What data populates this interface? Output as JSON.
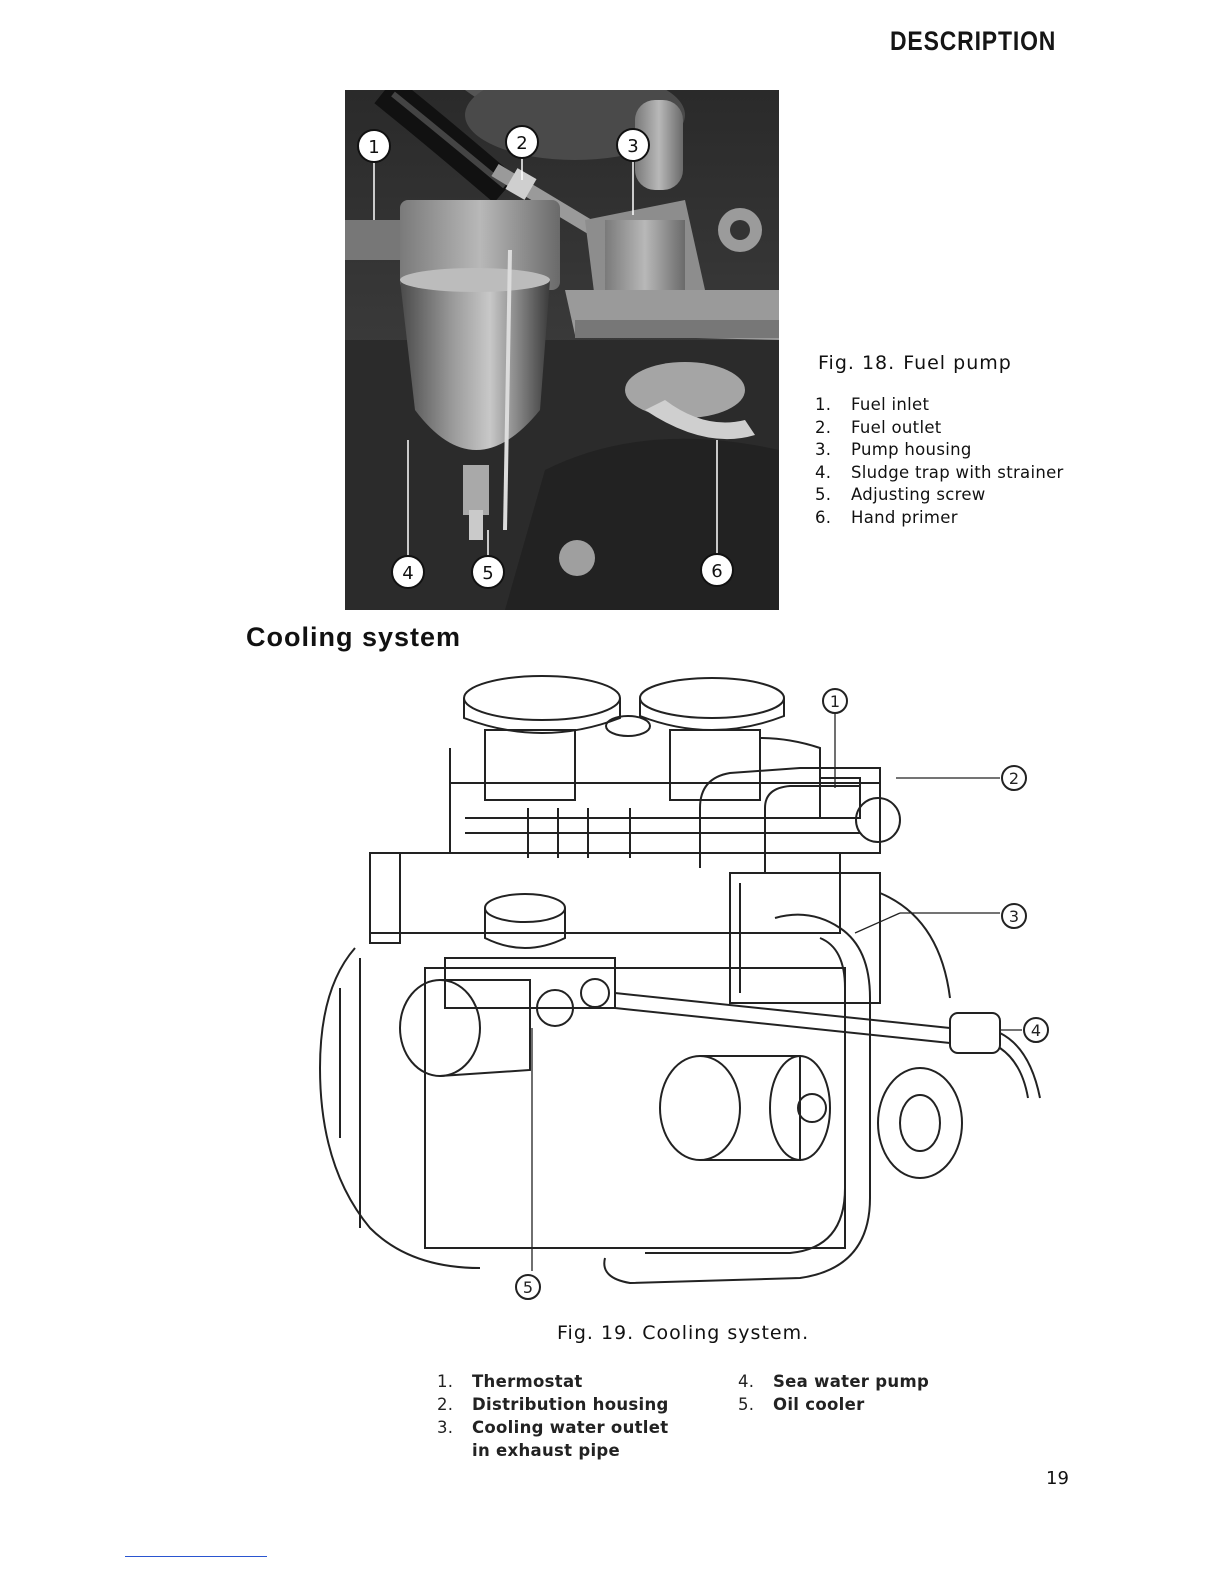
{
  "header": {
    "section_title": "DESCRIPTION"
  },
  "fig18": {
    "figure_label": "Fig. 18.",
    "title": "Fuel pump",
    "items": [
      {
        "num": "1.",
        "text": "Fuel inlet"
      },
      {
        "num": "2.",
        "text": "Fuel outlet"
      },
      {
        "num": "3.",
        "text": "Pump housing"
      },
      {
        "num": "4.",
        "text": "Sludge trap with strainer"
      },
      {
        "num": "5.",
        "text": "Adjusting screw"
      },
      {
        "num": "6.",
        "text": "Hand primer"
      }
    ],
    "callouts": [
      "1",
      "2",
      "3",
      "4",
      "5",
      "6"
    ]
  },
  "cooling": {
    "heading": "Cooling system"
  },
  "fig19": {
    "figure_label": "Fig. 19.",
    "title": "Cooling system.",
    "items_left": [
      {
        "num": "1.",
        "text": "Thermostat"
      },
      {
        "num": "2.",
        "text": "Distribution housing"
      },
      {
        "num": "3.",
        "text": "Cooling water outlet in exhaust pipe"
      }
    ],
    "items_right": [
      {
        "num": "4.",
        "text": "Sea water pump"
      },
      {
        "num": "5.",
        "text": "Oil cooler"
      }
    ],
    "callouts": [
      "1",
      "2",
      "3",
      "4",
      "5"
    ]
  },
  "footer": {
    "page_number": "19"
  }
}
